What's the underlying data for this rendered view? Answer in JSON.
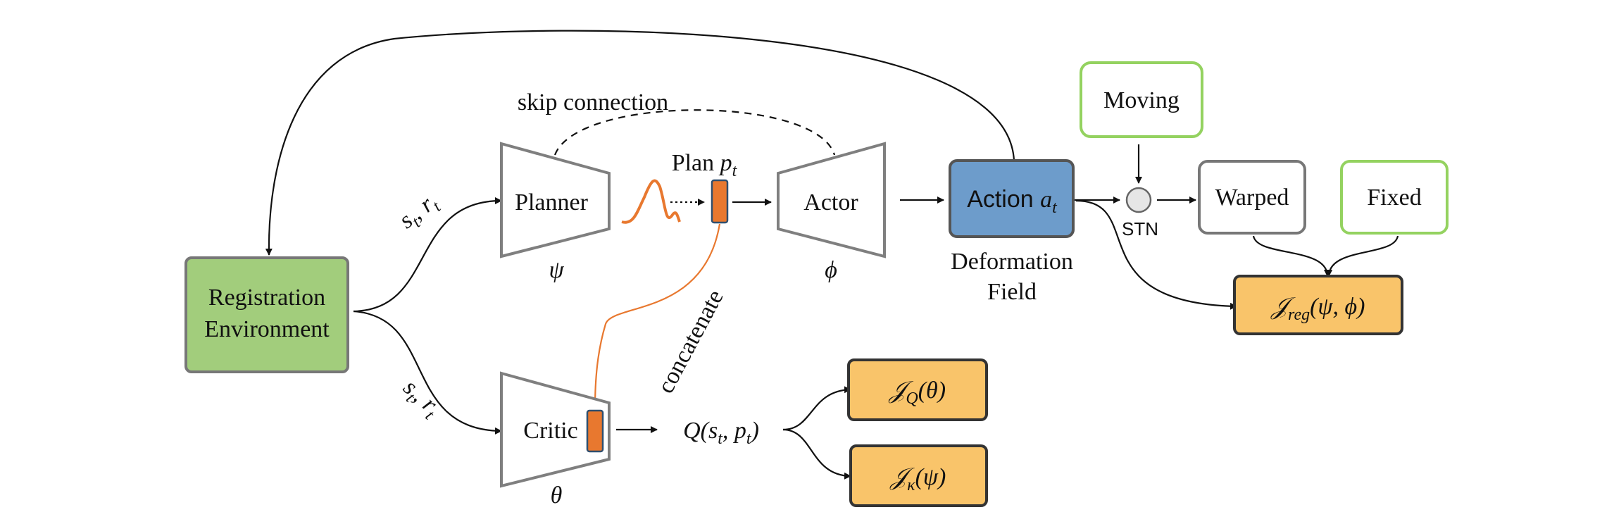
{
  "registration": {
    "line1": "Registration",
    "line2": "Environment"
  },
  "planner": {
    "label": "Planner",
    "param": "ψ"
  },
  "actor": {
    "label": "Actor",
    "param": "ϕ"
  },
  "critic": {
    "label": "Critic",
    "param": "θ"
  },
  "plan": {
    "label": "Plan",
    "var": "p",
    "sub": "t"
  },
  "skip_label": "skip connection",
  "concat_label": "concatenate",
  "state_reward_top": {
    "s": "s",
    "r": "r",
    "sub": "t"
  },
  "state_reward_bottom": {
    "s": "s",
    "r": "r",
    "sub": "t"
  },
  "action": {
    "label": "Action",
    "var": "a",
    "sub": "t"
  },
  "deformation": {
    "line1": "Deformation",
    "line2": "Field"
  },
  "moving": "Moving",
  "stn": "STN",
  "warped": "Warped",
  "fixed": "Fixed",
  "q_value": {
    "text": "Q(s",
    "sub1": "t",
    "mid": ", p",
    "sub2": "t",
    "end": ")"
  },
  "loss_reg": {
    "J": "𝒥",
    "sub": "reg",
    "args": "(ψ, ϕ)"
  },
  "loss_q": {
    "J": "𝒥",
    "sub": "Q",
    "args": "(θ)"
  },
  "loss_k": {
    "J": "𝒥",
    "sub": "κ",
    "args": "(ψ)"
  },
  "colors": {
    "green_fill": "#a2cd7c",
    "green_border": "#94d260",
    "blue_fill": "#6d9ccb",
    "orange_fill": "#f9c46a",
    "plan_orange": "#e8782f",
    "gray_stroke": "#7f7f7f"
  }
}
